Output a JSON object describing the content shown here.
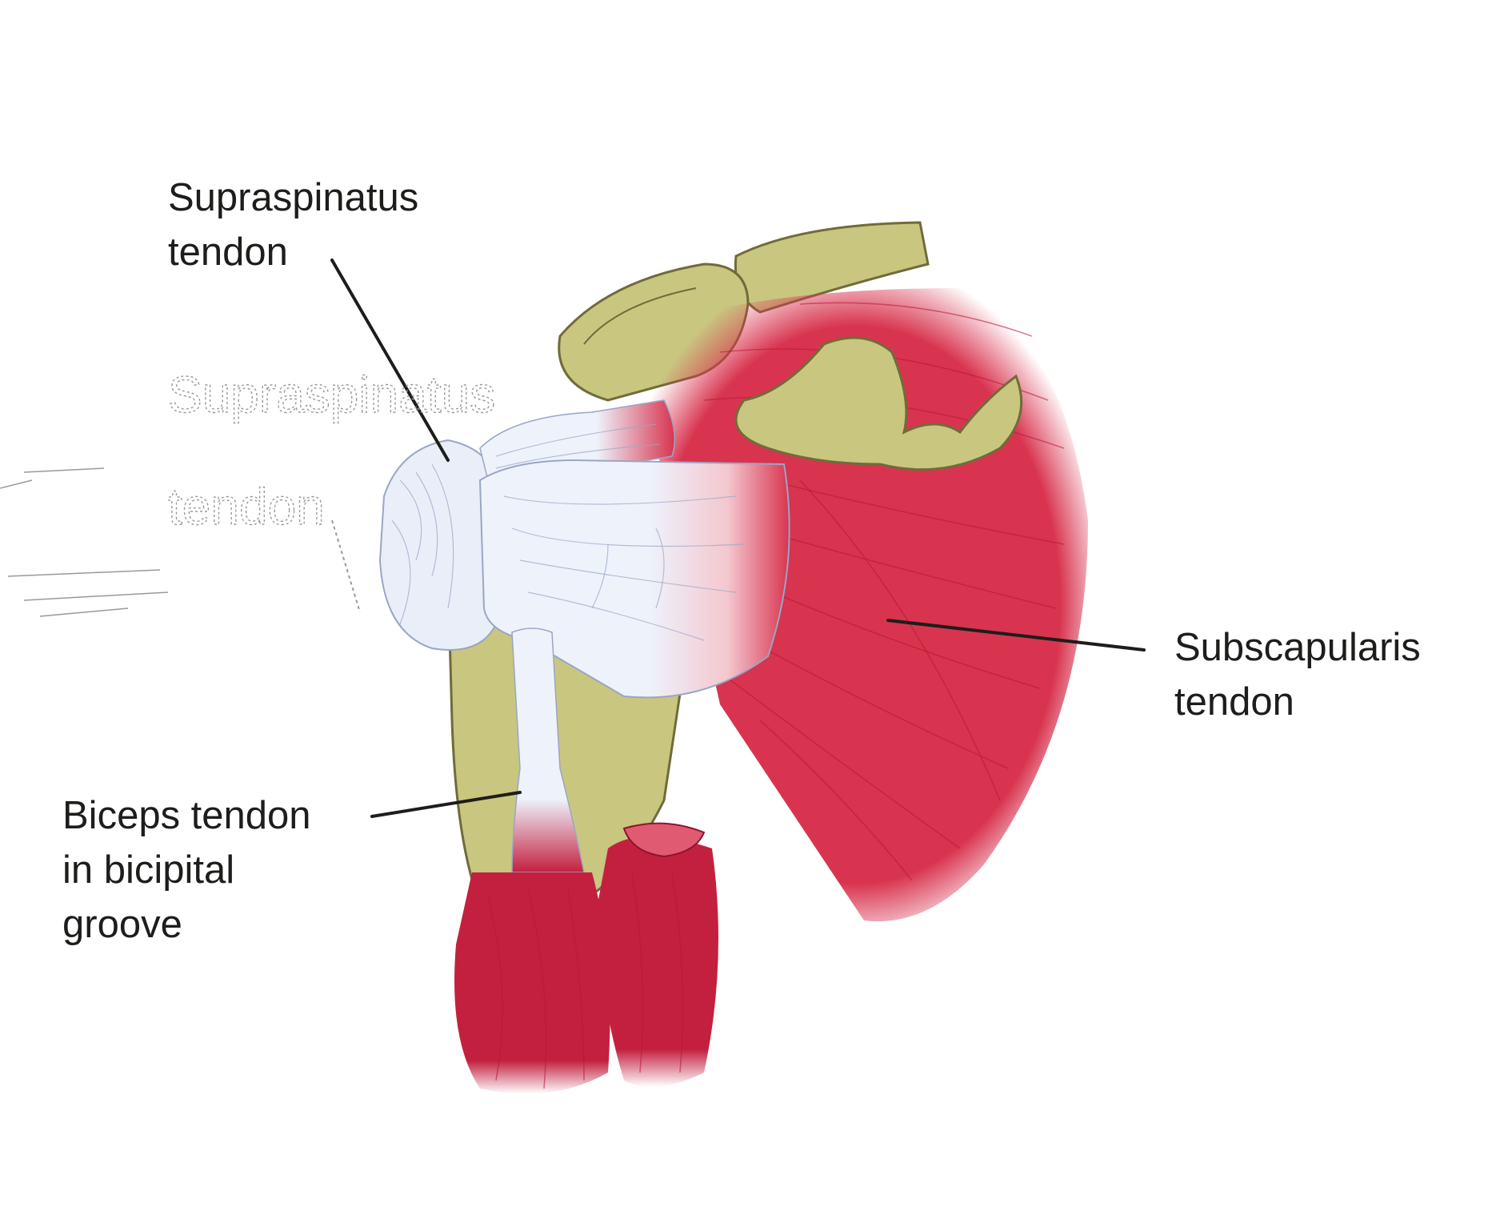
{
  "labels": {
    "supraspinatus": [
      "Supraspinatus",
      "tendon"
    ],
    "supraspinatus_faint": [
      "Supraspinatus",
      "tendon"
    ],
    "subscapularis": [
      "Subscapularis",
      "tendon"
    ],
    "biceps": [
      "Biceps tendon",
      "in bicipital",
      "groove"
    ]
  },
  "colors": {
    "bone": "#c9c680",
    "muscle": "#d8344f",
    "muscle_dark": "#b8183a",
    "tendon": "#eef2fb",
    "text": "#1d1d1b"
  }
}
